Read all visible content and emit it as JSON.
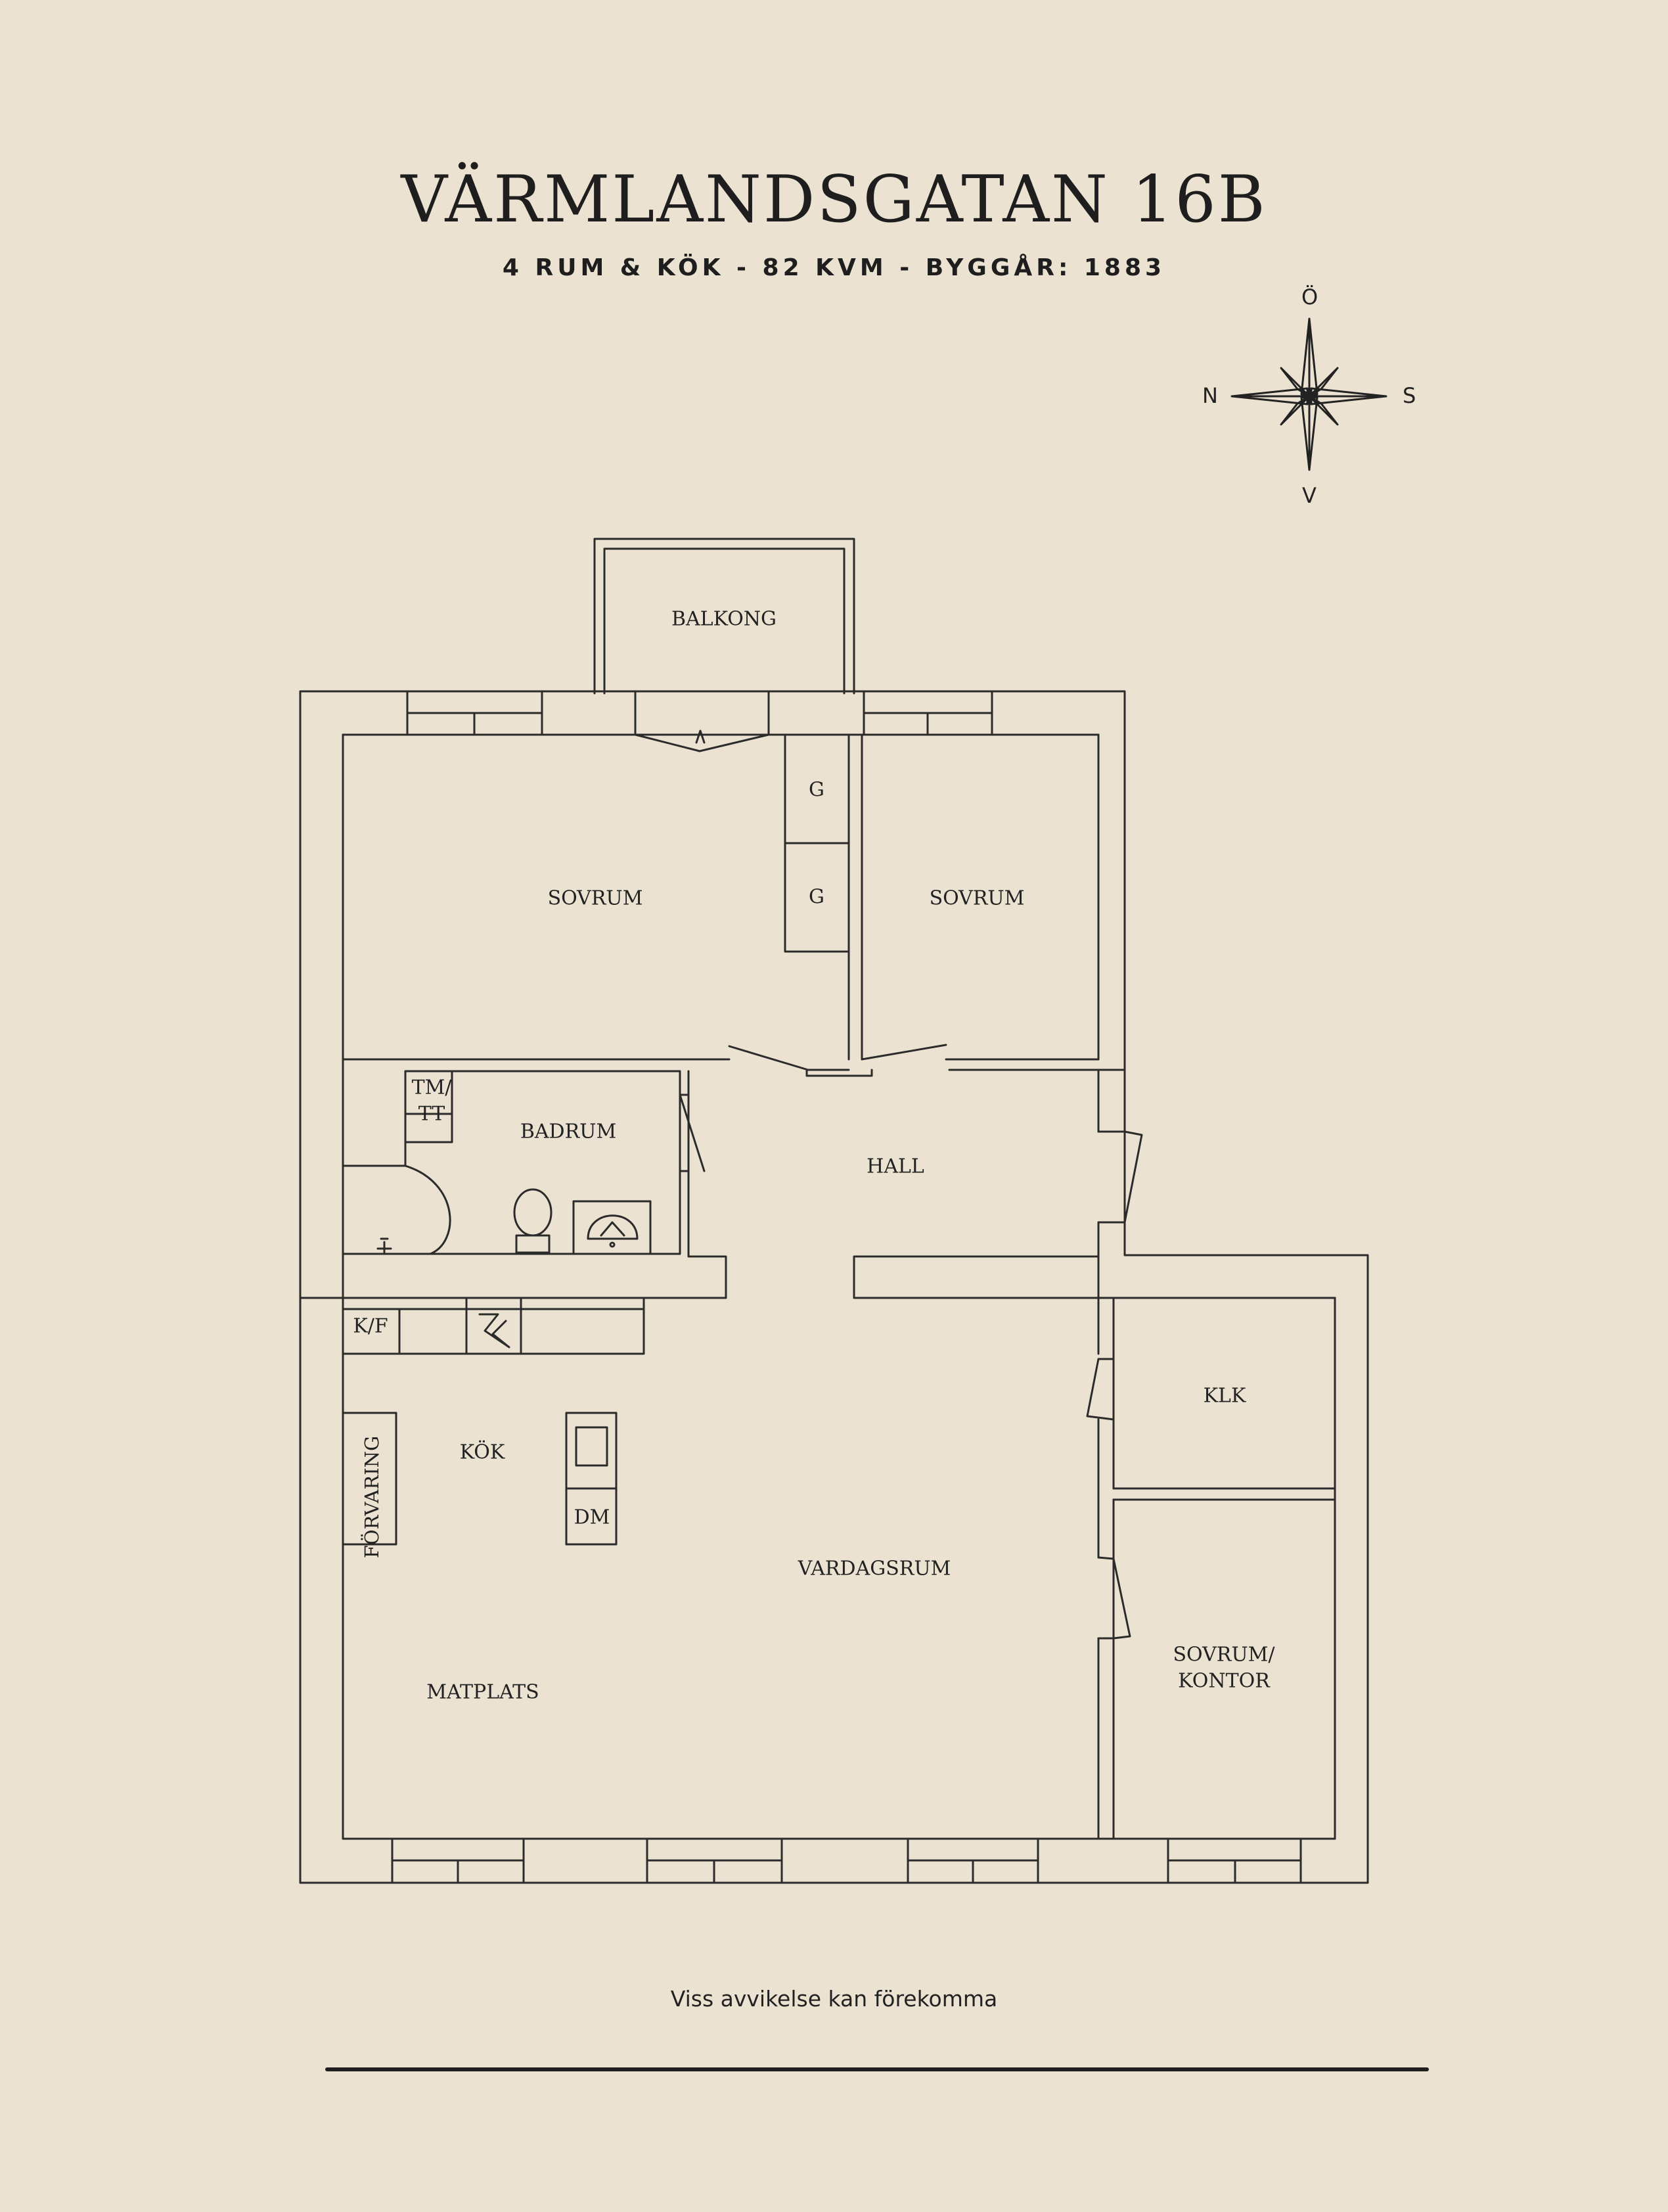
{
  "title": "VÄRMLANDSGATAN 16B",
  "subtitle": "4 RUM & KÖK  -  82 KVM  -  BYGGÅR: 1883",
  "compass": {
    "top": "Ö",
    "left": "N",
    "right": "S",
    "bottom": "V"
  },
  "rooms": {
    "balkong": "BALKONG",
    "sovrum_left": "SOVRUM",
    "sovrum_right": "SOVRUM",
    "garderob_1": "G",
    "garderob_2": "G",
    "tmtt_1": "TM/",
    "tmtt_2": "TT",
    "badrum": "BADRUM",
    "hall": "HALL",
    "kf": "K/F",
    "kok": "KÖK",
    "forvaring": "FÖRVARING",
    "dm": "DM",
    "klk": "KLK",
    "vardagsrum": "VARDAGSRUM",
    "sovrum_kontor_1": "SOVRUM/",
    "sovrum_kontor_2": "KONTOR",
    "matplats": "MATPLATS"
  },
  "disclaimer": "Viss avvikelse kan förekomma"
}
